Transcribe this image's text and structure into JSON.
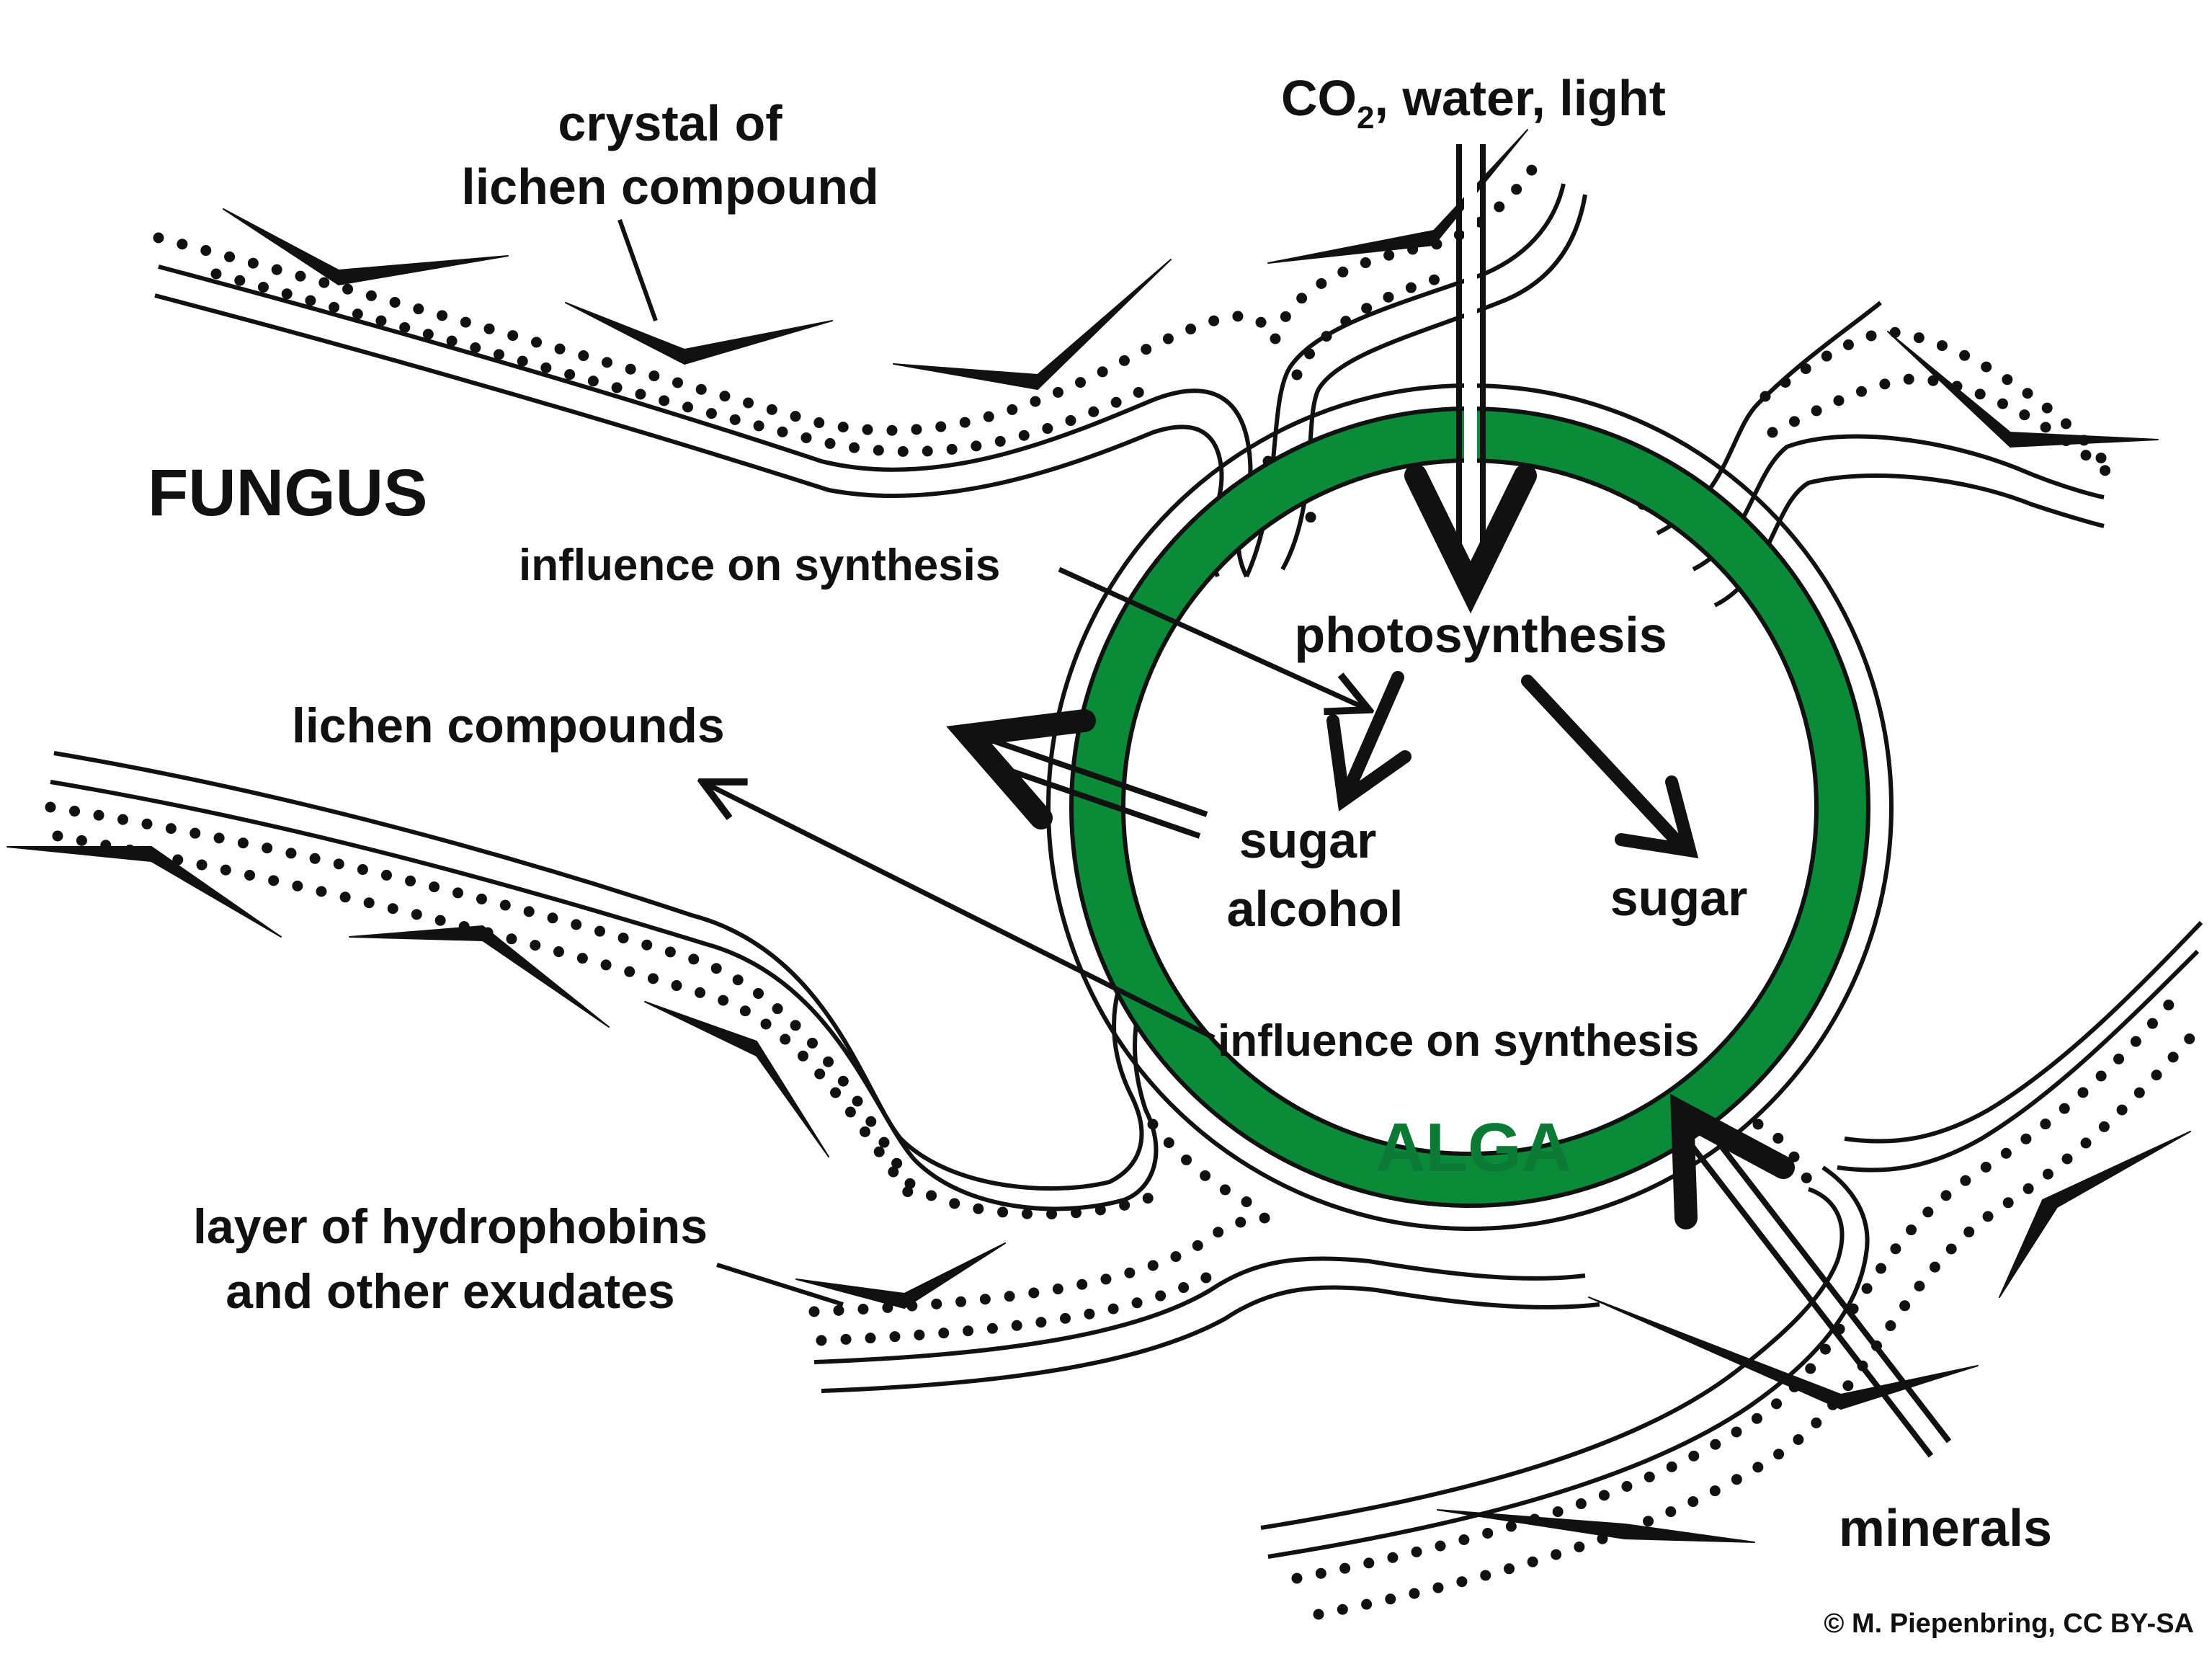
{
  "labels": {
    "crystal": [
      "crystal of",
      "lichen compound"
    ],
    "inputs_pre": "CO",
    "inputs_sub": "2",
    "inputs_post": ", water, light",
    "fungus": "FUNGUS",
    "influence_top": "influence on synthesis",
    "photosynthesis": "photosynthesis",
    "lichen_compounds": "lichen compounds",
    "sugar_alcohol": [
      "sugar",
      "alcohol"
    ],
    "sugar": "sugar",
    "influence_bottom": "influence on synthesis",
    "alga": "ALGA",
    "hydrophobins": [
      "layer of hydrophobins",
      "and other exudates"
    ],
    "minerals": "minerals",
    "copyright": "© M. Piepenbring, CC BY-SA"
  },
  "colors": {
    "alga_wall": "#0b8a3a",
    "alga_text": "#0b7a34",
    "ink": "#111111",
    "background": "#ffffff"
  }
}
